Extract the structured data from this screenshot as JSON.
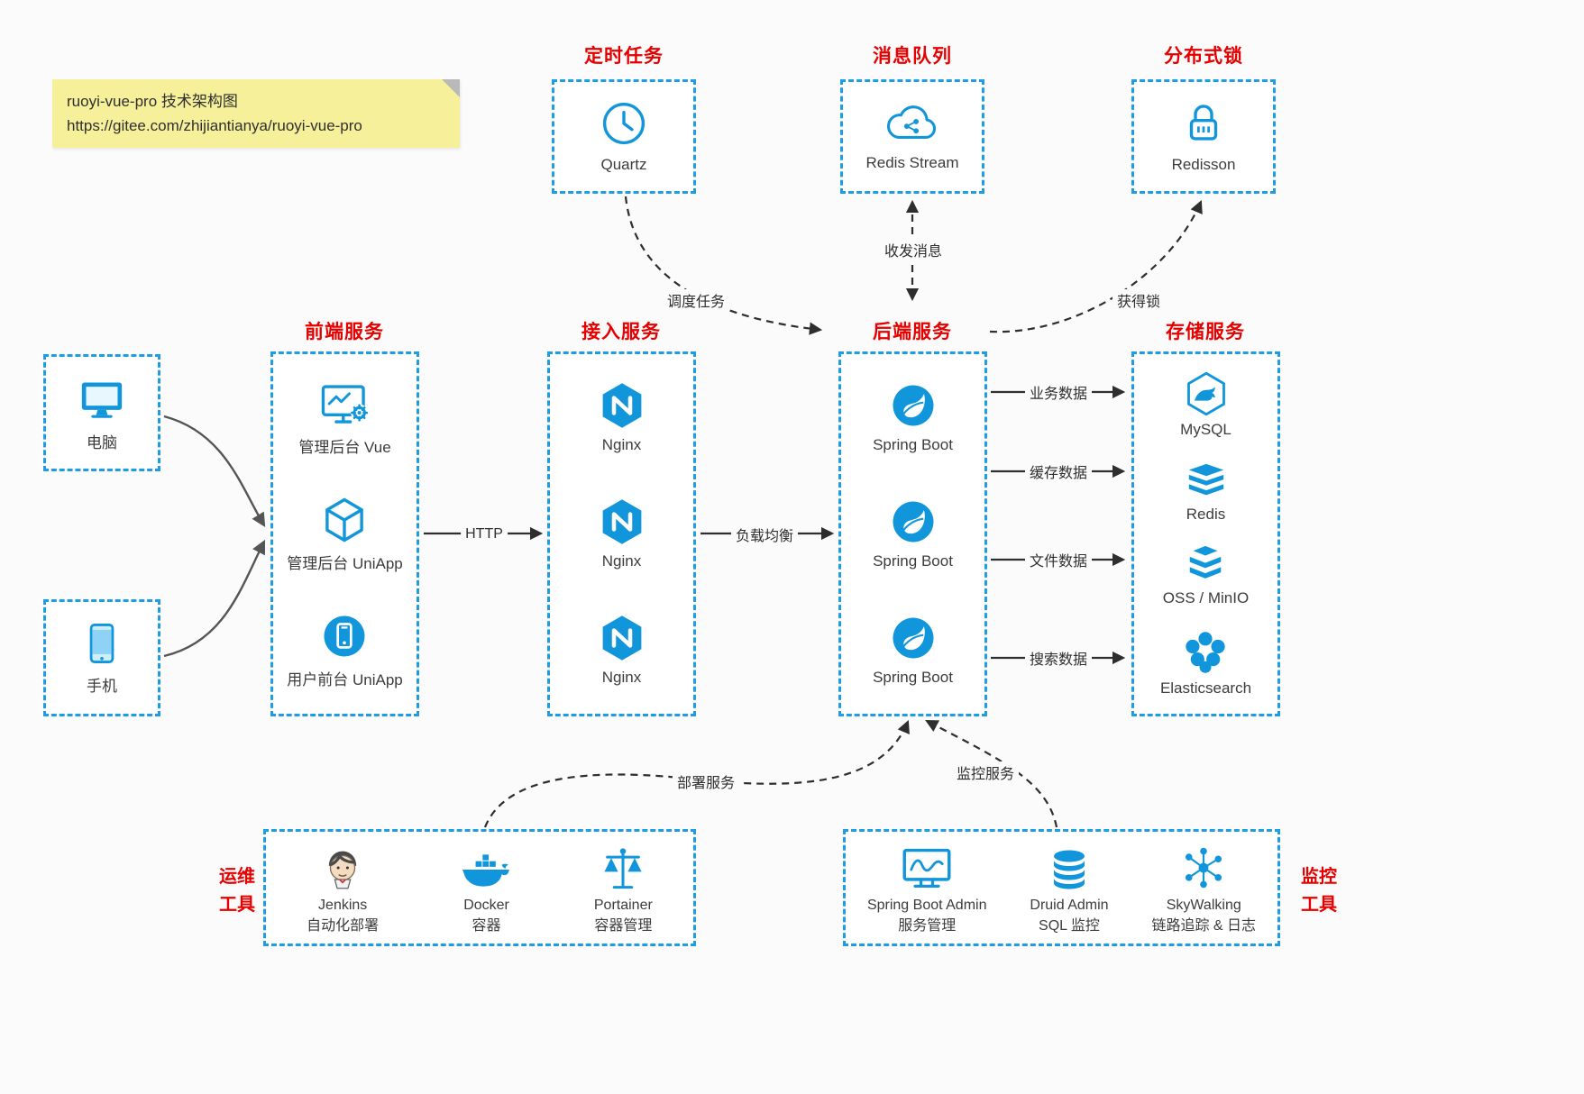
{
  "note": {
    "line1": "ruoyi-vue-pro 技术架构图",
    "line2": "https://gitee.com/zhijiantianya/ruoyi-vue-pro"
  },
  "colors": {
    "accent": "#1296db",
    "title_red": "#e60000",
    "note_yellow": "#f6f09b"
  },
  "top_groups": [
    {
      "title": "定时任务",
      "icon": "clock-icon",
      "label": "Quartz"
    },
    {
      "title": "消息队列",
      "icon": "redis-stream-cloud-icon",
      "label": "Redis Stream"
    },
    {
      "title": "分布式锁",
      "icon": "lock-icon",
      "label": "Redisson"
    }
  ],
  "clients": [
    {
      "icon": "computer-icon",
      "label": "电脑"
    },
    {
      "icon": "phone-icon",
      "label": "手机"
    }
  ],
  "columns": {
    "frontend": {
      "title": "前端服务",
      "items": [
        "管理后台 Vue",
        "管理后台 UniApp",
        "用户前台 UniApp"
      ]
    },
    "gateway": {
      "title": "接入服务",
      "items": [
        "Nginx",
        "Nginx",
        "Nginx"
      ]
    },
    "backend": {
      "title": "后端服务",
      "items": [
        "Spring Boot",
        "Spring Boot",
        "Spring Boot"
      ]
    },
    "storage": {
      "title": "存储服务",
      "items": [
        "MySQL",
        "Redis",
        "OSS / MinIO",
        "Elasticsearch"
      ]
    }
  },
  "edges": {
    "schedule": "调度任务",
    "mq": "收发消息",
    "lock": "获得锁",
    "http": "HTTP",
    "lb": "负载均衡",
    "biz": "业务数据",
    "cache": "缓存数据",
    "file": "文件数据",
    "search": "搜索数据",
    "deploy": "部署服务",
    "monitor": "监控服务"
  },
  "ops": {
    "title_lines": [
      "运维",
      "工具"
    ],
    "items": [
      {
        "name": "Jenkins",
        "desc": "自动化部署"
      },
      {
        "name": "Docker",
        "desc": "容器"
      },
      {
        "name": "Portainer",
        "desc": "容器管理"
      }
    ]
  },
  "monitoring": {
    "title_lines": [
      "监控",
      "工具"
    ],
    "items": [
      {
        "name": "Spring Boot Admin",
        "desc": "服务管理"
      },
      {
        "name": "Druid Admin",
        "desc": "SQL 监控"
      },
      {
        "name": "SkyWalking",
        "desc": "链路追踪 & 日志"
      }
    ]
  },
  "icons": {
    "clock-icon": "clock",
    "redis-stream-cloud-icon": "cloud-share",
    "lock-icon": "padlock",
    "computer-icon": "desktop-monitor",
    "phone-icon": "smartphone",
    "admin-vue-icon": "monitor-with-gear",
    "admin-uniapp-icon": "wire-cube",
    "user-uniapp-icon": "circle-phone",
    "nginx-icon": "hexagon-N",
    "spring-boot-icon": "circle-leaf",
    "mysql-icon": "hexagon-dolphin",
    "redis-icon": "layer-stack",
    "oss-minio-icon": "layer-stack",
    "elasticsearch-icon": "circle-cluster",
    "jenkins-icon": "butler-face",
    "docker-icon": "whale-containers",
    "portainer-icon": "balance-scales",
    "spring-boot-admin-icon": "monitor-pulse",
    "druid-icon": "database-cylinder",
    "skywalking-icon": "network-nodes"
  }
}
